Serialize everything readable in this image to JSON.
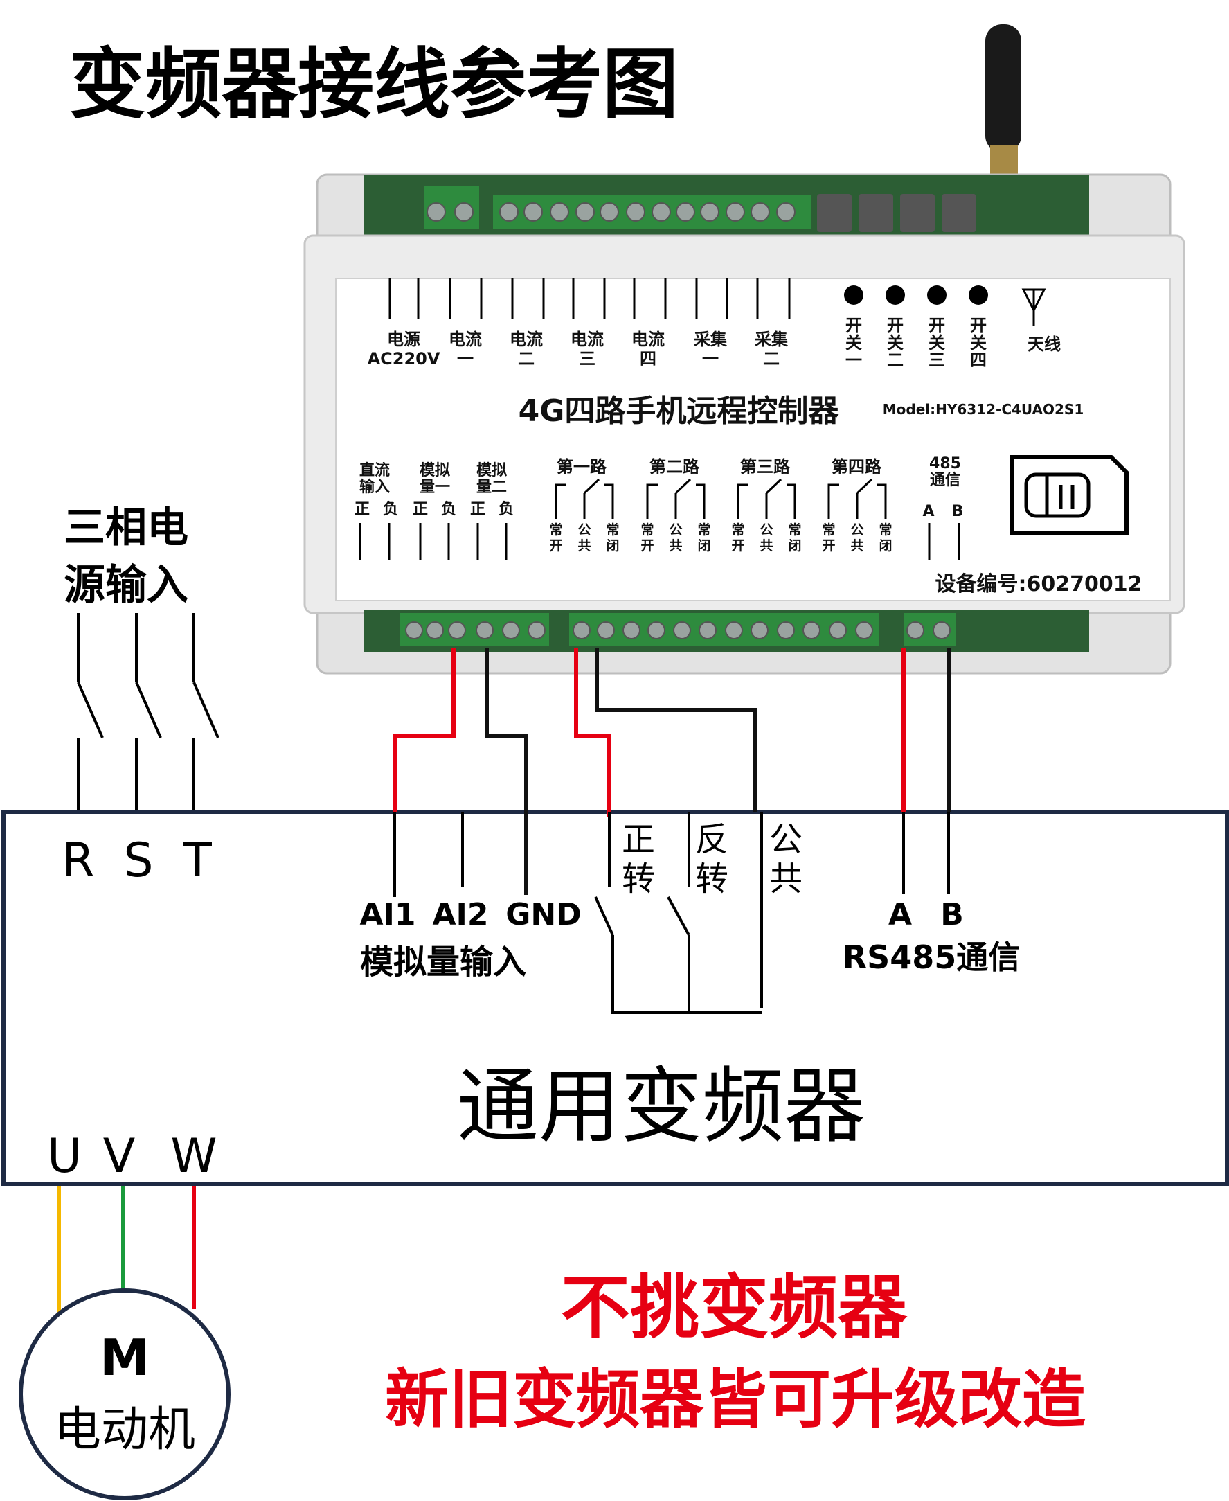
{
  "title": "变频器接线参考图",
  "three_phase": {
    "line1": "三相电",
    "line2": "源输入"
  },
  "controller": {
    "top_labels": [
      {
        "l1": "电源",
        "l2": "AC220V"
      },
      {
        "l1": "电流",
        "l2": "一"
      },
      {
        "l1": "电流",
        "l2": "二"
      },
      {
        "l1": "电流",
        "l2": "三"
      },
      {
        "l1": "电流",
        "l2": "四"
      },
      {
        "l1": "采集",
        "l2": "一"
      },
      {
        "l1": "采集",
        "l2": "二"
      }
    ],
    "switches": [
      {
        "l1": "开",
        "l2": "关",
        "l3": "一"
      },
      {
        "l1": "开",
        "l2": "关",
        "l3": "二"
      },
      {
        "l1": "开",
        "l2": "关",
        "l3": "三"
      },
      {
        "l1": "开",
        "l2": "关",
        "l3": "四"
      }
    ],
    "antenna_label": "天线",
    "product_name": "4G四路手机远程控制器",
    "model": "Model:HY6312-C4UAO2S1",
    "dc_input": {
      "l1": "直流",
      "l2": "输入"
    },
    "analog1": {
      "l1": "模拟",
      "l2": "量一"
    },
    "analog2": {
      "l1": "模拟",
      "l2": "量二"
    },
    "pol_pos": "正",
    "pol_neg": "负",
    "relays": [
      "第一路",
      "第二路",
      "第三路",
      "第四路"
    ],
    "relay_no": {
      "a": "常",
      "b": "开"
    },
    "relay_com": {
      "a": "公",
      "b": "共"
    },
    "relay_nc": {
      "a": "常",
      "b": "闭"
    },
    "rs485": {
      "l1": "485",
      "l2": "通信",
      "a": "A",
      "b": "B"
    },
    "device_no": "设备编号:60270012"
  },
  "inverter": {
    "name": "通用变频器",
    "r": "R",
    "s": "S",
    "t": "T",
    "ai1": "AI1",
    "ai2": "AI2",
    "gnd": "GND",
    "analog_input": "模拟量输入",
    "fwd": {
      "a": "正",
      "b": "转"
    },
    "rev": {
      "a": "反",
      "b": "转"
    },
    "com": {
      "a": "公",
      "b": "共"
    },
    "a": "A",
    "b": "B",
    "rs485": "RS485通信",
    "u": "U",
    "v": "V",
    "w": "W"
  },
  "motor": {
    "m": "M",
    "name": "电动机"
  },
  "slogan1": "不挑变频器",
  "slogan2": "新旧变频器皆可升级改造",
  "colors": {
    "red_wire": "#e60012",
    "black_wire": "#111111",
    "frame": "#1e2a44",
    "yellow_wire": "#f5b800",
    "green_wire": "#1a9a3c",
    "terminal_green": "#2e8b3e"
  }
}
